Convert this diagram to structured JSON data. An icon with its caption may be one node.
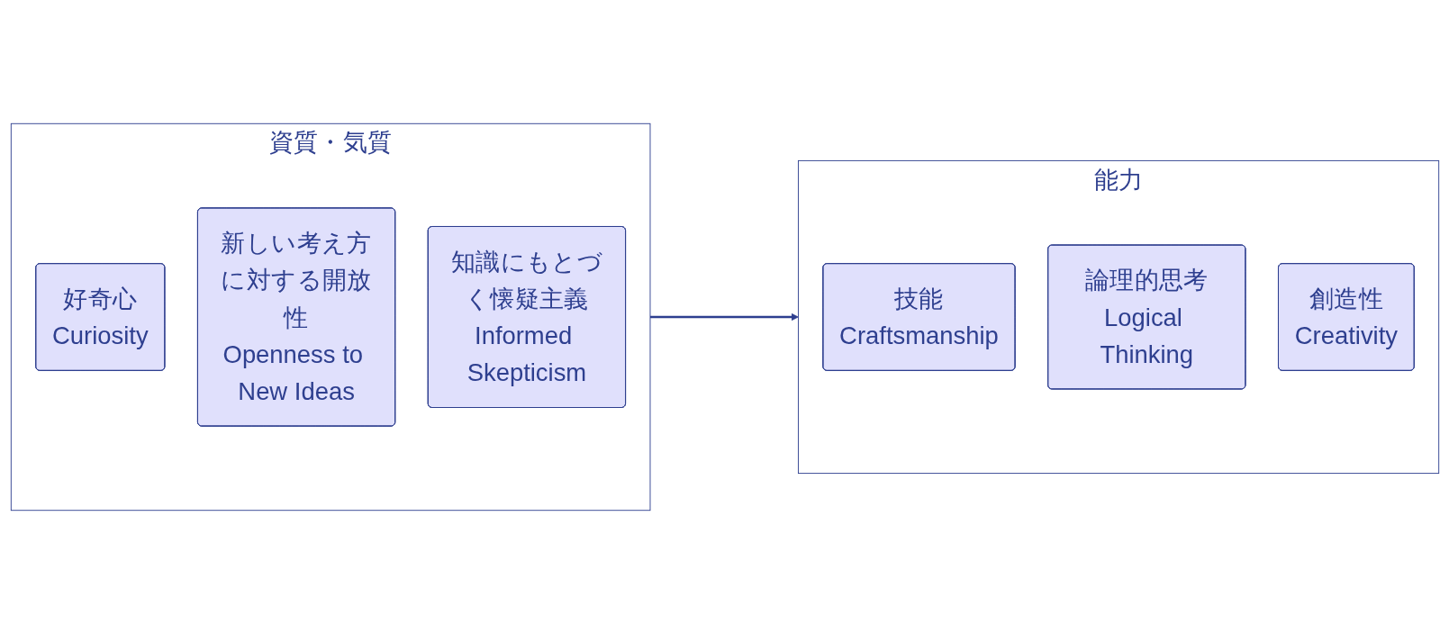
{
  "diagram": {
    "nodes": [
      {
        "text": [
          "資質・気質"
        ]
      },
      {
        "text": [
          "好奇心",
          "Curiosity"
        ],
        "in": 0
      },
      {
        "text": [
          "新しい考え方に対する開放性",
          "Openness to New Ideas"
        ],
        "in": 0
      },
      {
        "text": [
          "知識にもとづく懐疑主義",
          "Informed Skepticism"
        ],
        "in": 0
      },
      {
        "text": [
          "能力"
        ]
      },
      {
        "text": [
          "技能",
          "Craftsmanship"
        ],
        "in": 4
      },
      {
        "text": [
          "論理的思考",
          "Logical Thinking"
        ],
        "in": 4
      },
      {
        "text": [
          "創造性",
          "Creativity"
        ],
        "in": 4
      }
    ],
    "edges": [
      {
        "from": 0,
        "to": 4,
        "arrow": "to"
      }
    ]
  }
}
